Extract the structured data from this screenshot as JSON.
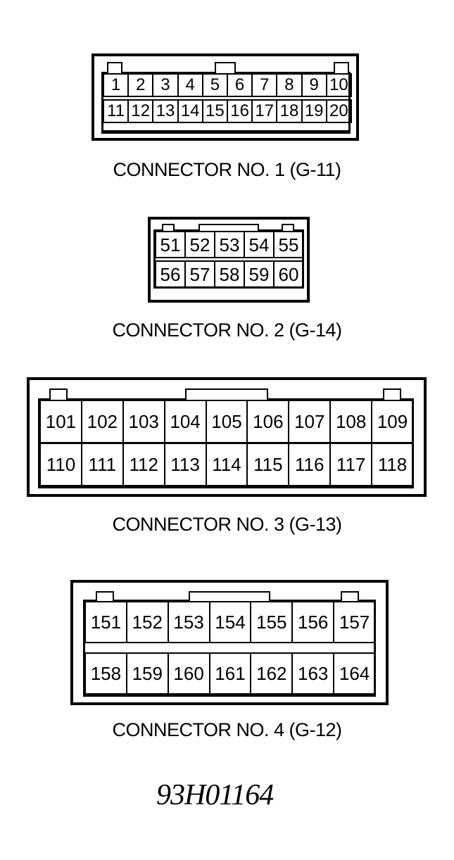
{
  "connectors": [
    {
      "label": "CONNECTOR NO. 1 (G-11)",
      "rows": [
        [
          "1",
          "2",
          "3",
          "4",
          "5",
          "6",
          "7",
          "8",
          "9",
          "10"
        ],
        [
          "11",
          "12",
          "13",
          "14",
          "15",
          "16",
          "17",
          "18",
          "19",
          "20"
        ]
      ]
    },
    {
      "label": "CONNECTOR NO. 2 (G-14)",
      "rows": [
        [
          "51",
          "52",
          "53",
          "54",
          "55"
        ],
        [
          "56",
          "57",
          "58",
          "59",
          "60"
        ]
      ]
    },
    {
      "label": "CONNECTOR NO. 3 (G-13)",
      "rows": [
        [
          "101",
          "102",
          "103",
          "104",
          "105",
          "106",
          "107",
          "108",
          "109"
        ],
        [
          "110",
          "111",
          "112",
          "113",
          "114",
          "115",
          "116",
          "117",
          "118"
        ]
      ]
    },
    {
      "label": "CONNECTOR NO. 4 (G-12)",
      "rows": [
        [
          "151",
          "152",
          "153",
          "154",
          "155",
          "156",
          "157"
        ],
        [
          "158",
          "159",
          "160",
          "161",
          "162",
          "163",
          "164"
        ]
      ]
    }
  ],
  "figure_id": "93H01164"
}
